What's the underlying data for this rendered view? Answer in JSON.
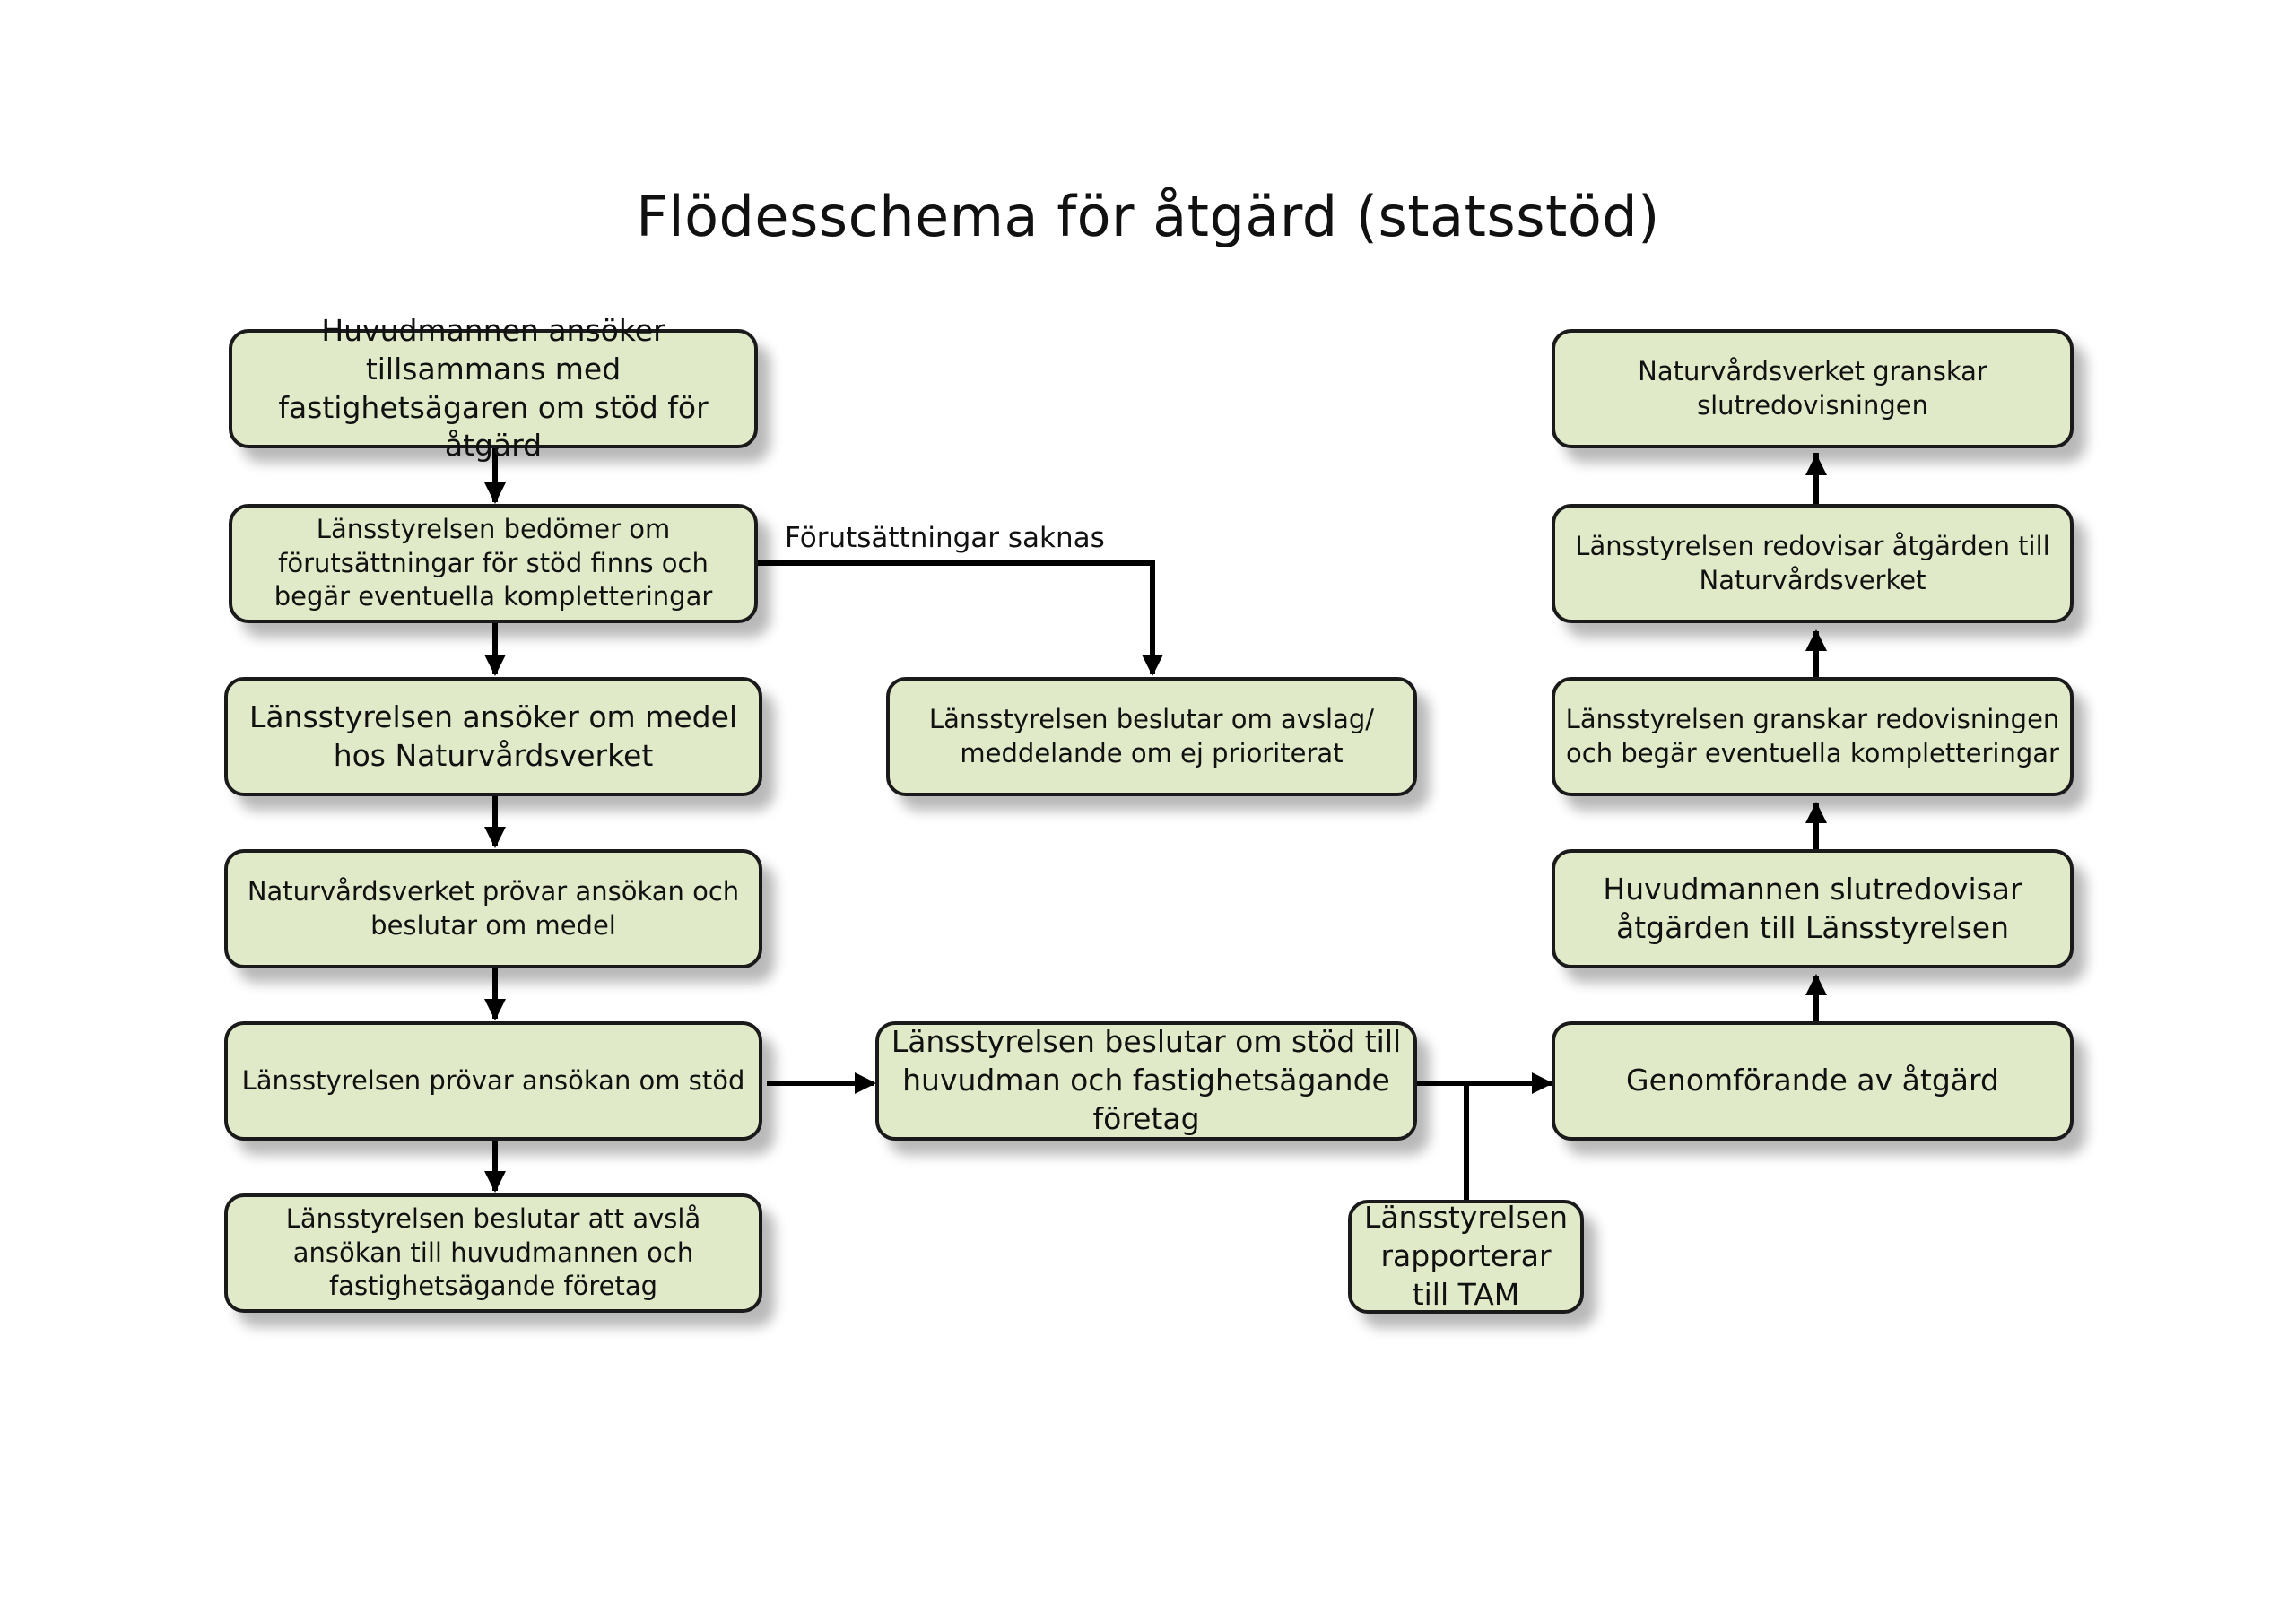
{
  "title": "Flödesschema för åtgärd (statsstöd)",
  "nodes": {
    "n1": "Huvudmannen ansöker tillsammans med fastighetsägaren om stöd för åtgärd",
    "n2": "Länsstyrelsen bedömer om förutsättningar för stöd finns och begär eventuella kompletteringar",
    "n3": "Länsstyrelsen ansöker om medel hos Naturvårdsverket",
    "n4": "Naturvårdsverket prövar ansökan och beslutar om medel",
    "n5": "Länsstyrelsen prövar ansökan om stöd",
    "n6": "Länsstyrelsen beslutar att avslå ansökan till huvudmannen och fastighetsägande företag",
    "n7": "Länsstyrelsen beslutar om avslag/ meddelande om ej prioriterat",
    "n8": "Länsstyrelsen beslutar om stöd till huvudman och fastighetsägande företag",
    "n9": "Länsstyrelsen rapporterar till TAM",
    "n10": "Genomförande av åtgärd",
    "n11": "Huvudmannen slutredovisar åtgärden till Länsstyrelsen",
    "n12": "Länsstyrelsen granskar redovisningen och begär eventuella kompletteringar",
    "n13": "Länsstyrelsen redovisar åtgärden till Naturvårdsverket",
    "n14": "Naturvårdsverket granskar slutredovisningen"
  },
  "edge_labels": {
    "n2_to_n7": "Förutsättningar saknas"
  },
  "colors": {
    "box_fill": "#e0eac8",
    "box_border": "#1a1a1a",
    "connector": "#000000"
  }
}
